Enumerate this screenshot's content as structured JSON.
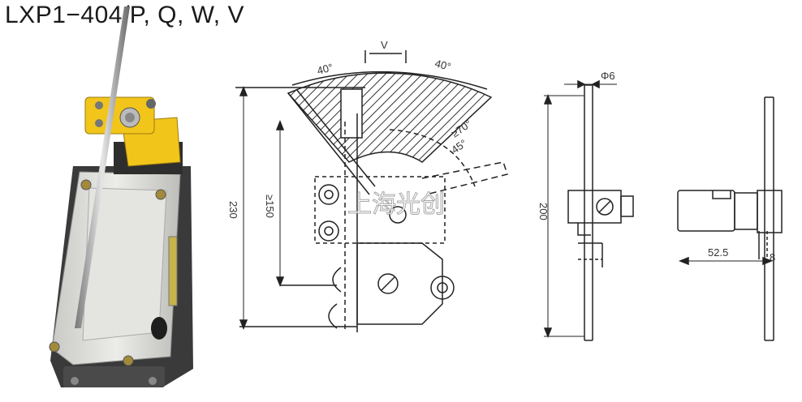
{
  "title": "LXP1−404/P, Q, W, V",
  "watermark": "上海光创",
  "front_view": {
    "angle_left": "40°",
    "angle_right": "40°",
    "label_v": "V",
    "dim_height_total": "230",
    "dim_height_inner": "≥150",
    "angle_tr1": "≥70°",
    "angle_tr2": "45°"
  },
  "side_view": {
    "dim_rod": "Φ6",
    "dim_height": "200"
  },
  "end_view": {
    "dim_width": "52.5",
    "dim_small": "8"
  },
  "colors": {
    "switch_yellow": "#f2c51a",
    "switch_body": "#d9d9d6",
    "switch_dark": "#2a2a2a",
    "drawing_line": "#222222"
  }
}
